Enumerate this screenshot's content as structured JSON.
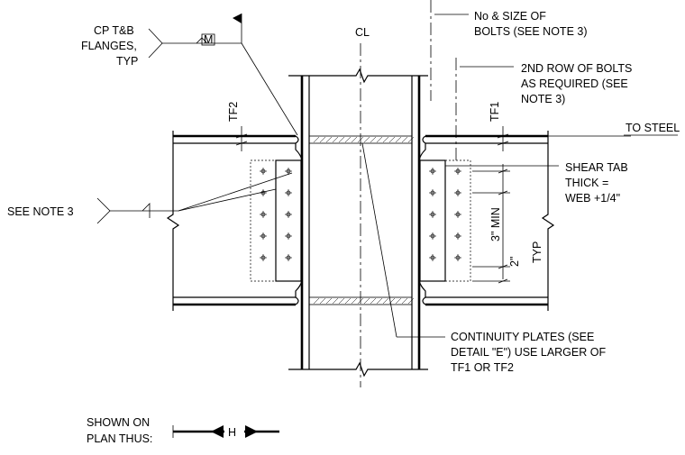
{
  "labels": {
    "cp_flanges": [
      "CP T&B",
      "FLANGES,",
      "TYP"
    ],
    "weld_m": "M",
    "centerline": "CL",
    "bolts_note": [
      "No & SIZE OF",
      "BOLTS (SEE NOTE 3)"
    ],
    "second_row": [
      "2ND ROW OF BOLTS",
      "AS REQUIRED (SEE",
      "NOTE 3)"
    ],
    "tf2": "TF2",
    "tf1": "TF1",
    "to_steel": "TO STEEL",
    "shear_tab": [
      "SHEAR TAB",
      "THICK =",
      "WEB +1/4\""
    ],
    "see_note": "SEE NOTE 3",
    "min_dim": "3\" MIN",
    "typ_dim": [
      "2\"",
      "TYP"
    ],
    "continuity": [
      "CONTINUITY PLATES (SEE",
      "DETAIL \"E\") USE LARGER OF",
      "TF1 OR TF2"
    ],
    "shown_on": [
      "SHOWN ON",
      "PLAN THUS:"
    ],
    "plan_h": "H"
  }
}
